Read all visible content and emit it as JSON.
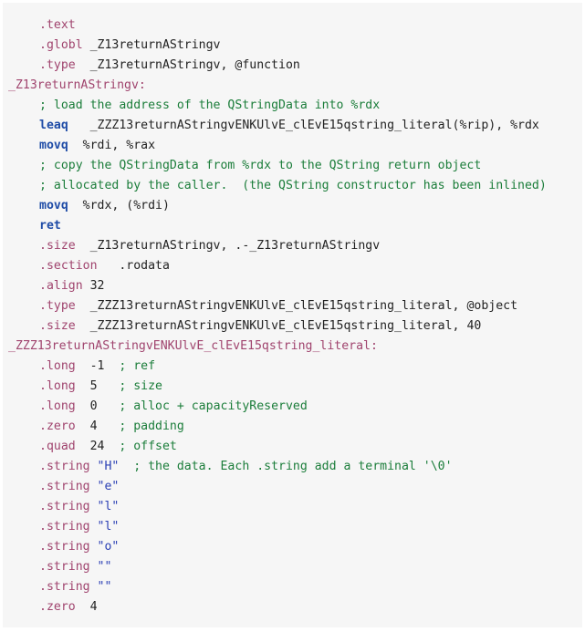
{
  "code": {
    "lines": [
      {
        "indent": true,
        "tokens": [
          {
            "t": "dir",
            "v": ".text"
          }
        ]
      },
      {
        "indent": true,
        "tokens": [
          {
            "t": "dir",
            "v": ".globl"
          },
          {
            "t": "plain",
            "v": " _Z13returnAStringv"
          }
        ]
      },
      {
        "indent": true,
        "tokens": [
          {
            "t": "dir",
            "v": ".type"
          },
          {
            "t": "plain",
            "v": "  _Z13returnAStringv, @function"
          }
        ]
      },
      {
        "indent": false,
        "tokens": [
          {
            "t": "lbl",
            "v": "_Z13returnAStringv:"
          }
        ]
      },
      {
        "indent": true,
        "tokens": [
          {
            "t": "cmt",
            "v": "; load the address of the QStringData into %rdx"
          }
        ]
      },
      {
        "indent": true,
        "tokens": [
          {
            "t": "kw",
            "v": "leaq"
          },
          {
            "t": "plain",
            "v": "   _ZZZ13returnAStringvENKUlvE_clEvE15qstring_literal(%rip), %rdx"
          }
        ]
      },
      {
        "indent": true,
        "tokens": [
          {
            "t": "kw",
            "v": "movq"
          },
          {
            "t": "plain",
            "v": "  %rdi, %rax"
          }
        ]
      },
      {
        "indent": true,
        "tokens": [
          {
            "t": "cmt",
            "v": "; copy the QStringData from %rdx to the QString return object"
          }
        ]
      },
      {
        "indent": true,
        "tokens": [
          {
            "t": "cmt",
            "v": "; allocated by the caller.  (the QString constructor has been inlined)"
          }
        ]
      },
      {
        "indent": true,
        "tokens": [
          {
            "t": "kw",
            "v": "movq"
          },
          {
            "t": "plain",
            "v": "  %rdx, (%rdi)"
          }
        ]
      },
      {
        "indent": true,
        "tokens": [
          {
            "t": "kw",
            "v": "ret"
          }
        ]
      },
      {
        "indent": true,
        "tokens": [
          {
            "t": "dir",
            "v": ".size"
          },
          {
            "t": "plain",
            "v": "  _Z13returnAStringv, .-_Z13returnAStringv"
          }
        ]
      },
      {
        "indent": true,
        "tokens": [
          {
            "t": "dir",
            "v": ".section"
          },
          {
            "t": "plain",
            "v": "   .rodata"
          }
        ]
      },
      {
        "indent": true,
        "tokens": [
          {
            "t": "dir",
            "v": ".align"
          },
          {
            "t": "num",
            "v": " 32"
          }
        ]
      },
      {
        "indent": true,
        "tokens": [
          {
            "t": "dir",
            "v": ".type"
          },
          {
            "t": "plain",
            "v": "  _ZZZ13returnAStringvENKUlvE_clEvE15qstring_literal, @object"
          }
        ]
      },
      {
        "indent": true,
        "tokens": [
          {
            "t": "dir",
            "v": ".size"
          },
          {
            "t": "plain",
            "v": "  _ZZZ13returnAStringvENKUlvE_clEvE15qstring_literal, "
          },
          {
            "t": "num",
            "v": "40"
          }
        ]
      },
      {
        "indent": false,
        "tokens": [
          {
            "t": "lbl",
            "v": "_ZZZ13returnAStringvENKUlvE_clEvE15qstring_literal:"
          }
        ]
      },
      {
        "indent": true,
        "tokens": [
          {
            "t": "dir",
            "v": ".long"
          },
          {
            "t": "num",
            "v": "  -1"
          },
          {
            "t": "cmt",
            "v": "  ; ref"
          }
        ]
      },
      {
        "indent": true,
        "tokens": [
          {
            "t": "dir",
            "v": ".long"
          },
          {
            "t": "num",
            "v": "  5"
          },
          {
            "t": "cmt",
            "v": "   ; size"
          }
        ]
      },
      {
        "indent": true,
        "tokens": [
          {
            "t": "dir",
            "v": ".long"
          },
          {
            "t": "num",
            "v": "  0"
          },
          {
            "t": "cmt",
            "v": "   ; alloc + capacityReserved"
          }
        ]
      },
      {
        "indent": true,
        "tokens": [
          {
            "t": "dir",
            "v": ".zero"
          },
          {
            "t": "num",
            "v": "  4"
          },
          {
            "t": "cmt",
            "v": "   ; padding"
          }
        ]
      },
      {
        "indent": true,
        "tokens": [
          {
            "t": "dir",
            "v": ".quad"
          },
          {
            "t": "num",
            "v": "  24"
          },
          {
            "t": "cmt",
            "v": "  ; offset"
          }
        ]
      },
      {
        "indent": true,
        "tokens": [
          {
            "t": "dir",
            "v": ".string"
          },
          {
            "t": "str",
            "v": " \"H\""
          },
          {
            "t": "cmt",
            "v": "  ; the data. Each .string add a terminal '\\0'"
          }
        ]
      },
      {
        "indent": true,
        "tokens": [
          {
            "t": "dir",
            "v": ".string"
          },
          {
            "t": "str",
            "v": " \"e\""
          }
        ]
      },
      {
        "indent": true,
        "tokens": [
          {
            "t": "dir",
            "v": ".string"
          },
          {
            "t": "str",
            "v": " \"l\""
          }
        ]
      },
      {
        "indent": true,
        "tokens": [
          {
            "t": "dir",
            "v": ".string"
          },
          {
            "t": "str",
            "v": " \"l\""
          }
        ]
      },
      {
        "indent": true,
        "tokens": [
          {
            "t": "dir",
            "v": ".string"
          },
          {
            "t": "str",
            "v": " \"o\""
          }
        ]
      },
      {
        "indent": true,
        "tokens": [
          {
            "t": "dir",
            "v": ".string"
          },
          {
            "t": "str",
            "v": " \"\""
          }
        ]
      },
      {
        "indent": true,
        "tokens": [
          {
            "t": "dir",
            "v": ".string"
          },
          {
            "t": "str",
            "v": " \"\""
          }
        ]
      },
      {
        "indent": true,
        "tokens": [
          {
            "t": "dir",
            "v": ".zero"
          },
          {
            "t": "num",
            "v": "  4"
          }
        ]
      }
    ]
  }
}
